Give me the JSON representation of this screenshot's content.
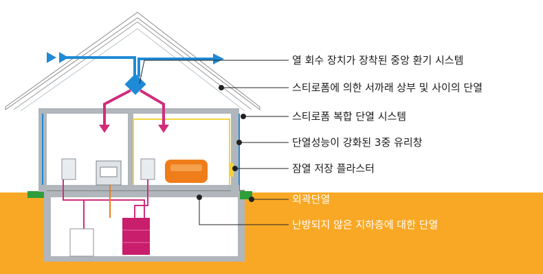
{
  "labels": {
    "l1": "열 회수 장치가 장착된 중앙 환기 시스템",
    "l2": "스티로폼에 의한 서까래 상부 및 사이의 단열",
    "l3": "스티로폼 복합 단열 시스템",
    "l4": "단열성능이 강화된 3중 유리창",
    "l5": "잠열 저장 플라스터",
    "l6": "외곽단열",
    "l7": "난방되지 않은 지하층에 대한 단열"
  },
  "colors": {
    "ground": "#f9a825",
    "wall": "#b0b6bb",
    "insulation_blue": "#1f8ad6",
    "ventilation_magenta": "#d12c7d",
    "plaster_yellow": "#f2d33c",
    "heating_orange": "#ef7d1a",
    "perimeter_green": "#2e9e3a",
    "boiler": "#c81e6b",
    "leader": "#222222"
  }
}
